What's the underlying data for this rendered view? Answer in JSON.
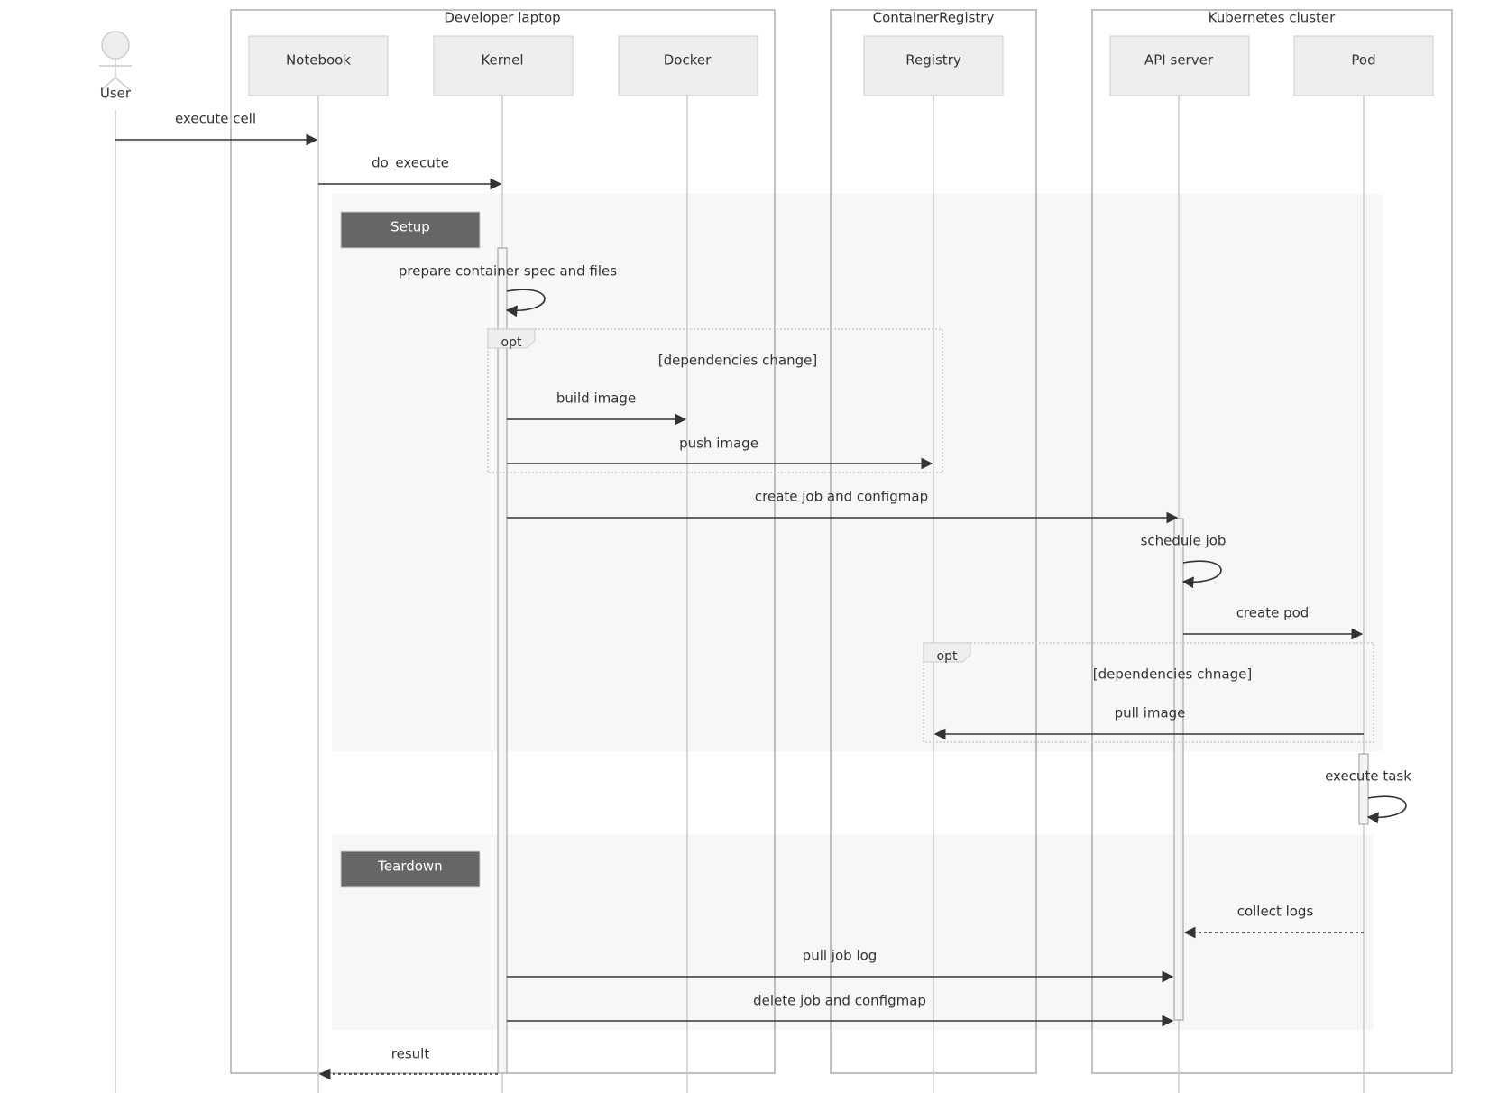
{
  "groups": [
    {
      "id": "laptop",
      "title": "Developer laptop"
    },
    {
      "id": "registry",
      "title": "ContainerRegistry"
    },
    {
      "id": "k8s",
      "title": "Kubernetes cluster"
    }
  ],
  "actors": [
    {
      "id": "user",
      "label": "User",
      "kind": "stick-figure"
    },
    {
      "id": "notebook",
      "label": "Notebook",
      "kind": "box"
    },
    {
      "id": "kernel",
      "label": "Kernel",
      "kind": "box"
    },
    {
      "id": "docker",
      "label": "Docker",
      "kind": "box"
    },
    {
      "id": "registry",
      "label": "Registry",
      "kind": "box"
    },
    {
      "id": "api",
      "label": "API server",
      "kind": "box"
    },
    {
      "id": "pod",
      "label": "Pod",
      "kind": "box"
    }
  ],
  "sections": [
    {
      "id": "setup",
      "label": "Setup"
    },
    {
      "id": "teardown",
      "label": "Teardown"
    }
  ],
  "opt_blocks": [
    {
      "id": "opt1",
      "label": "opt",
      "condition": "[dependencies change]"
    },
    {
      "id": "opt2",
      "label": "opt",
      "condition": "[dependencies chnage]"
    }
  ],
  "messages": [
    {
      "id": "m1",
      "from": "user",
      "to": "notebook",
      "label": "execute cell",
      "style": "solid"
    },
    {
      "id": "m2",
      "from": "notebook",
      "to": "kernel",
      "label": "do_execute",
      "style": "solid"
    },
    {
      "id": "m3",
      "from": "kernel",
      "to": "kernel",
      "label": "prepare container spec and files",
      "style": "self"
    },
    {
      "id": "m4",
      "from": "kernel",
      "to": "docker",
      "label": "build image",
      "style": "solid"
    },
    {
      "id": "m5",
      "from": "kernel",
      "to": "registry",
      "label": "push image",
      "style": "solid"
    },
    {
      "id": "m6",
      "from": "kernel",
      "to": "api",
      "label": "create job and configmap",
      "style": "solid"
    },
    {
      "id": "m7",
      "from": "api",
      "to": "api",
      "label": "schedule job",
      "style": "self"
    },
    {
      "id": "m8",
      "from": "api",
      "to": "pod",
      "label": "create pod",
      "style": "solid"
    },
    {
      "id": "m9",
      "from": "pod",
      "to": "registry",
      "label": "pull image",
      "style": "solid"
    },
    {
      "id": "m10",
      "from": "pod",
      "to": "pod",
      "label": "execute task",
      "style": "self"
    },
    {
      "id": "m11",
      "from": "pod",
      "to": "api",
      "label": "collect logs",
      "style": "dashed"
    },
    {
      "id": "m12",
      "from": "kernel",
      "to": "api",
      "label": "pull job log",
      "style": "solid"
    },
    {
      "id": "m13",
      "from": "kernel",
      "to": "api",
      "label": "delete job and configmap",
      "style": "solid"
    },
    {
      "id": "m14",
      "from": "kernel",
      "to": "notebook",
      "label": "result",
      "style": "dashed"
    }
  ],
  "colors": {
    "line": "#333333",
    "lifeline": "#cccccc",
    "group_border": "#999999",
    "actor_fill": "#eeeeee",
    "actor_border": "#cccccc",
    "section_fill": "#f6f7f9",
    "section_label_fill": "#666666",
    "opt_border": "#cccccc",
    "activation_fill": "#f4f4f4"
  }
}
